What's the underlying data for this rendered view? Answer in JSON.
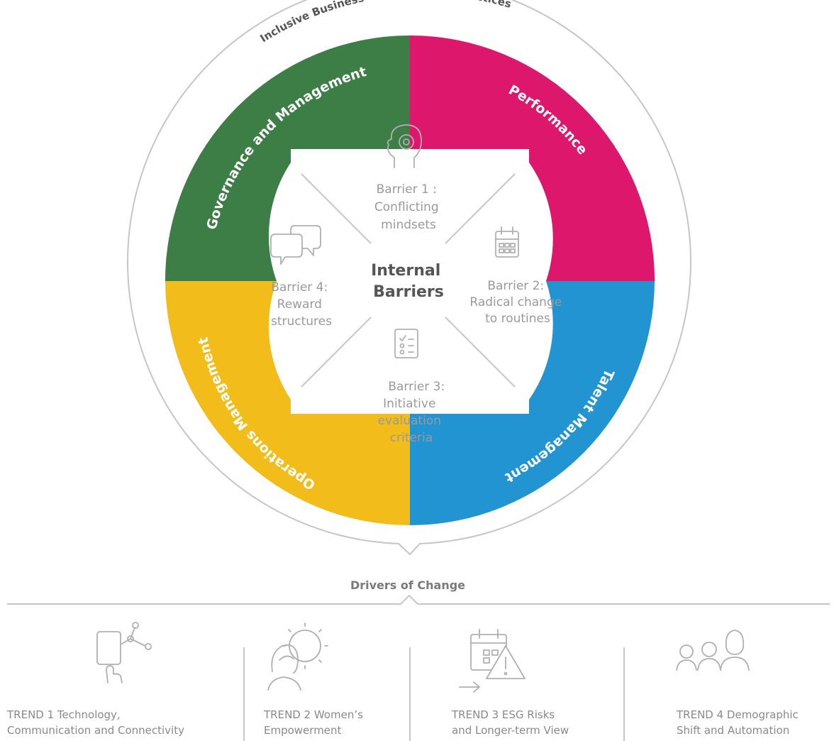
{
  "outer_ring_label": {
    "part1": "Inclusive Business",
    "part2": "Management Practices"
  },
  "center": {
    "line1": "Internal",
    "line2": "Barriers"
  },
  "quadrants": [
    {
      "label": "Governance and Management",
      "color": "#3d7d46"
    },
    {
      "label": "Performance",
      "color": "#dd176b"
    },
    {
      "label": "Talent Management",
      "color": "#2294d2"
    },
    {
      "label": "Operations Management",
      "color": "#f2bd1a"
    }
  ],
  "barriers": [
    {
      "lines": [
        "Barrier 1 :",
        "Conflicting",
        "mindsets"
      ],
      "icon": "head-gear-icon"
    },
    {
      "lines": [
        "Barrier 2:",
        "Radical change",
        "to routines"
      ],
      "icon": "calendar-icon"
    },
    {
      "lines": [
        "Barrier 3:",
        "Initiative",
        "evaluation",
        "criteria"
      ],
      "icon": "checklist-icon"
    },
    {
      "lines": [
        "Barrier 4:",
        "Reward",
        "structures"
      ],
      "icon": "speech-bubbles-icon"
    }
  ],
  "drivers_label": "Drivers of Change",
  "trends": [
    {
      "lines": [
        "TREND 1  Technology,",
        "Communication and Connectivity"
      ],
      "icon": "touch-network-icon"
    },
    {
      "lines": [
        "TREND 2 Women’s",
        "Empowerment"
      ],
      "icon": "woman-gear-icon"
    },
    {
      "lines": [
        "TREND 3 ESG Risks",
        "and Longer-term View"
      ],
      "icon": "calendar-warning-icon"
    },
    {
      "lines": [
        "TREND 4 Demographic",
        "Shift and Automation"
      ],
      "icon": "people-group-icon"
    }
  ],
  "colors": {
    "ring_outline": "#c6c6c6",
    "barrier_text": "#9a9a9a",
    "center_text": "#555555"
  }
}
